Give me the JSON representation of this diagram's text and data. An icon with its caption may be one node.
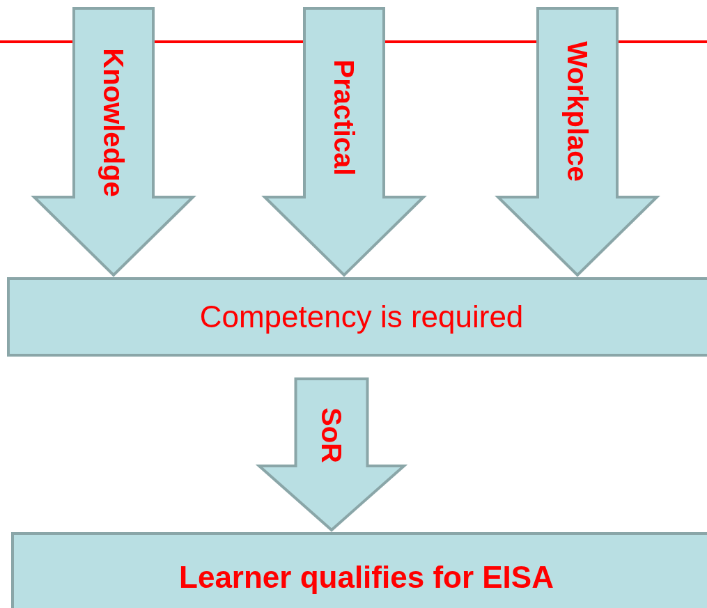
{
  "diagram": {
    "nodes": [
      {
        "text": [
          "Competency is required"
        ]
      },
      {
        "text": [
          "Learner qualifies for EISA"
        ]
      }
    ],
    "edges": [
      {
        "from": null,
        "to": 0,
        "arrow": "to",
        "label": "Knowledge"
      },
      {
        "from": null,
        "to": 0,
        "arrow": "to",
        "label": "Practical"
      },
      {
        "from": null,
        "to": 0,
        "arrow": "to",
        "label": "Workplace"
      },
      {
        "from": 0,
        "to": 1,
        "arrow": "to",
        "label": "SoR"
      }
    ]
  }
}
